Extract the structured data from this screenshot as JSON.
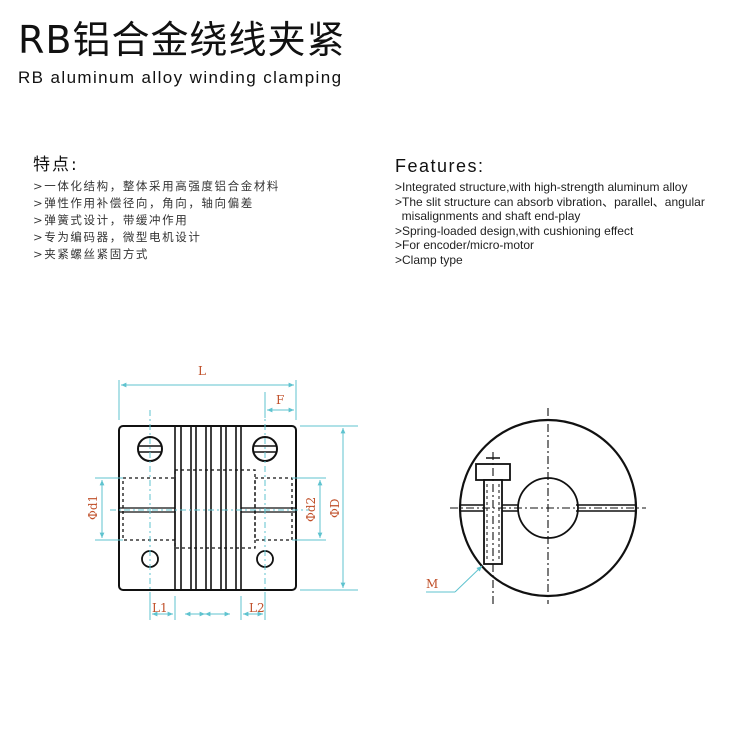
{
  "title": {
    "cn": "RB铝合金绕线夹紧",
    "en": "RB aluminum alloy winding clamping"
  },
  "features_cn": {
    "heading": "特点:",
    "items": [
      ">一体化结构，整体采用高强度铝合金材料",
      ">弹性作用补偿径向，角向，轴向偏差",
      ">弹簧式设计，带缓冲作用",
      ">专为编码器，微型电机设计",
      ">夹紧螺丝紧固方式"
    ]
  },
  "features_en": {
    "heading": "Features:",
    "items": [
      ">Integrated structure,with high-strength aluminum alloy",
      ">The slit structure can absorb vibration、parallel、angular",
      "  misalignments and shaft end-play",
      ">Spring-loaded design,with cushioning effect",
      ">For encoder/micro-motor",
      ">Clamp type"
    ]
  },
  "drawing_labels": {
    "L": "L",
    "F": "F",
    "d1": "Φd1",
    "d2": "Φd2",
    "D": "ΦD",
    "L1": "L1",
    "L2": "L2",
    "M": "M"
  },
  "colors": {
    "outline": "#111111",
    "dimension_line": "#5fc3cf",
    "dimension_text": "#c0502a",
    "leader": "#5fc3cf"
  }
}
